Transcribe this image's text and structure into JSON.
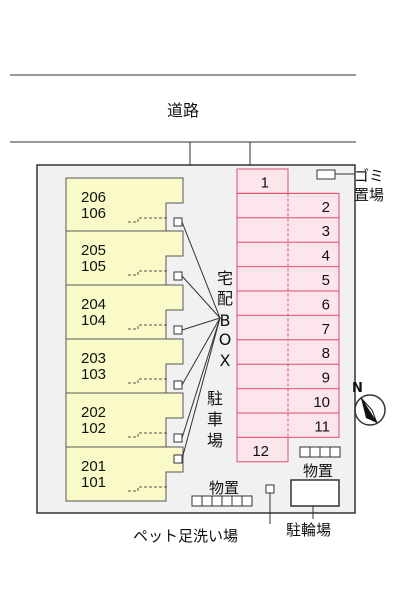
{
  "road_label": "道路",
  "building_units": [
    {
      "upper": "206",
      "lower": "106"
    },
    {
      "upper": "205",
      "lower": "105"
    },
    {
      "upper": "204",
      "lower": "104"
    },
    {
      "upper": "203",
      "lower": "103"
    },
    {
      "upper": "202",
      "lower": "102"
    },
    {
      "upper": "201",
      "lower": "101"
    }
  ],
  "delivery_box_label": [
    "宅",
    "配",
    "B",
    "O",
    "X"
  ],
  "parking_label": [
    "駐",
    "車",
    "場"
  ],
  "parking_spaces": [
    "1",
    "2",
    "3",
    "4",
    "5",
    "6",
    "7",
    "8",
    "9",
    "10",
    "11",
    "12"
  ],
  "garbage_label": [
    "ゴミ",
    "置場"
  ],
  "storage_label_right": "物置",
  "storage_label_bottom": "物置",
  "pet_wash_label": "ペット足洗い場",
  "bicycle_parking_label": "駐輪場",
  "north_label": "N",
  "colors": {
    "building_fill": "#fafac8",
    "building_stroke": "#555555",
    "parking_fill": "#fde5ec",
    "parking_stroke": "#e0506e",
    "site_fill": "#f1f1f1",
    "outline": "#333333"
  }
}
